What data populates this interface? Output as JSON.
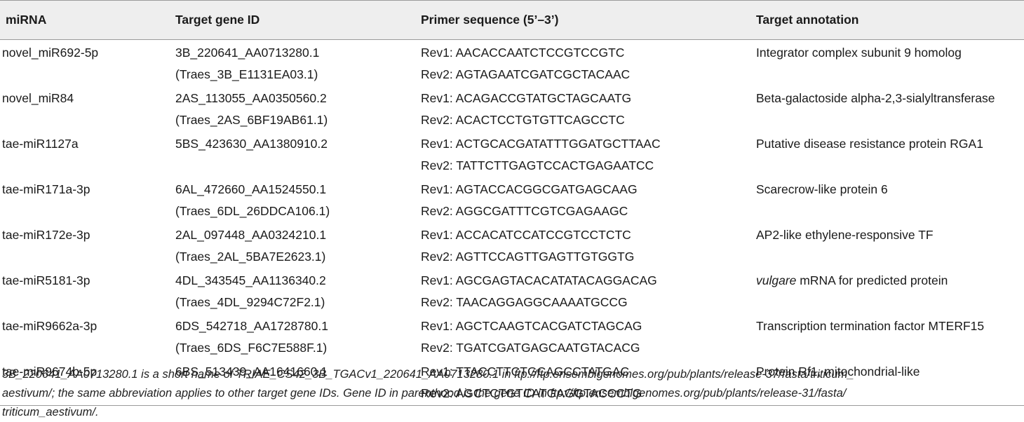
{
  "table": {
    "headers": [
      "miRNA",
      "Target gene ID",
      "Primer sequence (5’–3’)",
      "Target annotation"
    ],
    "rows": [
      {
        "mirna": "novel_miR692-5p",
        "gene_id": "3B_220641_AA0713280.1",
        "gene_alt": "(Traes_3B_E1131EA03.1)",
        "rev1": "Rev1: AACACCAATCTCCGTCCGTC",
        "rev2": "Rev2: AGTAGAATCGATCGCTACAAC",
        "annotation": "Integrator complex subunit 9 homolog",
        "annotation_italic": ""
      },
      {
        "mirna": "novel_miR84",
        "gene_id": "2AS_113055_AA0350560.2",
        "gene_alt": "(Traes_2AS_6BF19AB61.1)",
        "rev1": "Rev1: ACAGACCGTATGCTAGCAATG",
        "rev2": "Rev2: ACACTCCTGTGTTCAGCCTC",
        "annotation": "Beta-galactoside alpha-2,3-sialyltransferase",
        "annotation_italic": ""
      },
      {
        "mirna": "tae-miR1127a",
        "gene_id": "5BS_423630_AA1380910.2",
        "gene_alt": "",
        "rev1": "Rev1: ACTGCACGATATTTGGATGCTTAAC",
        "rev2": "Rev2: TATTCTTGAGTCCACTGAGAATCC",
        "annotation": "Putative disease resistance protein RGA1",
        "annotation_italic": ""
      },
      {
        "mirna": "tae-miR171a-3p",
        "gene_id": "6AL_472660_AA1524550.1",
        "gene_alt": "(Traes_6DL_26DDCA106.1)",
        "rev1": "Rev1: AGTACCACGGCGATGAGCAAG",
        "rev2": "Rev2: AGGCGATTTCGTCGAGAAGC",
        "annotation": "Scarecrow-like protein 6",
        "annotation_italic": ""
      },
      {
        "mirna": "tae-miR172e-3p",
        "gene_id": "2AL_097448_AA0324210.1",
        "gene_alt": "(Traes_2AL_5BA7E2623.1)",
        "rev1": "Rev1: ACCACATCCATCCGTCCTCTC",
        "rev2": "Rev2: AGTTCCAGTTGAGTTGTGGTG",
        "annotation": "AP2-like ethylene-responsive TF",
        "annotation_italic": ""
      },
      {
        "mirna": "tae-miR5181-3p",
        "gene_id": "4DL_343545_AA1136340.2",
        "gene_alt": "(Traes_4DL_9294C72F2.1)",
        "rev1": "Rev1: AGCGAGTACACATATACAGGACAG",
        "rev2": "Rev2: TAACAGGAGGCAAAATGCCG",
        "annotation": " mRNA for predicted protein",
        "annotation_italic": "vulgare"
      },
      {
        "mirna": "tae-miR9662a-3p",
        "gene_id": "6DS_542718_AA1728780.1",
        "gene_alt": "(Traes_6DS_F6C7E588F.1)",
        "rev1": "Rev1: AGCTCAAGTCACGATCTAGCAG",
        "rev2": "Rev2: TGATCGATGAGCAATGTACACG",
        "annotation": "Transcription termination factor MTERF15",
        "annotation_italic": ""
      },
      {
        "mirna": "tae-miR9674b-5p",
        "gene_id": "6BS_513439_AA1641660.1",
        "gene_alt": "",
        "rev1": "Rev1: TTACCTTCTGCAGCCTATGAC",
        "rev2": "Rev2: AGCTCTGTCATGAGGTACCCTG",
        "annotation": "Protein Rf1, mitochondrial-like",
        "annotation_italic": ""
      }
    ]
  },
  "footnote": {
    "line1": "3B_220641_AA0713280.1 is a short name of TRIAE_CS42_3B_TGACv1_220641_AA0713280.1 in ftp://ftp.ensemblgenomes.org/pub/plants/release-37/fasta/triticum_",
    "line2": "aestivum/; the same abbreviation applies to other target gene IDs. Gene ID in parenthood is the gene ID in ftp://ftp.ensemblgenomes.org/pub/plants/release-31/fasta/",
    "line3": "triticum_aestivum/."
  }
}
